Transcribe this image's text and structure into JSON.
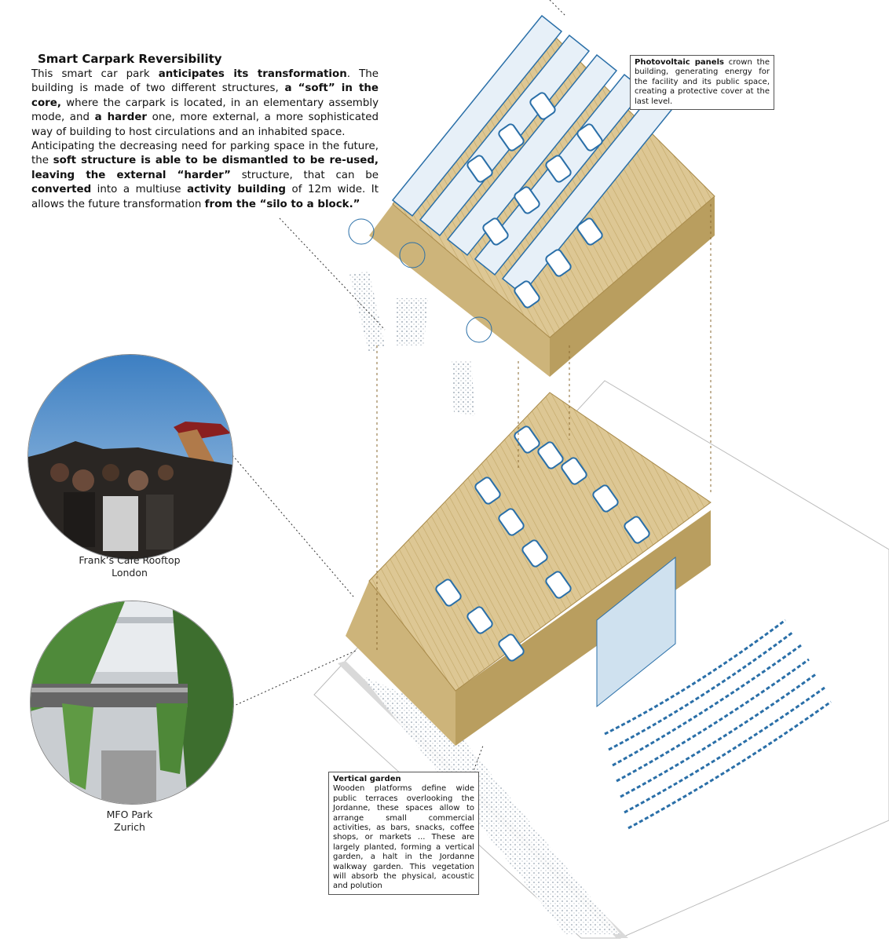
{
  "intro": {
    "title": "Smart Carpark Reversibility",
    "p1": [
      {
        "t": "This smart car park ",
        "b": false
      },
      {
        "t": "anticipates its transformation",
        "b": true
      },
      {
        "t": ". The building is made of two different structures, ",
        "b": false
      },
      {
        "t": "a “soft” in the core,",
        "b": true
      },
      {
        "t": " where the carpark is located, in an elementary assembly mode, and ",
        "b": false
      },
      {
        "t": "a harder",
        "b": true
      },
      {
        "t": " one, more external, a more sophisticated way of building to host circulations and an inhabited space.",
        "b": false
      }
    ],
    "p2": [
      {
        "t": "Anticipating the decreasing need for parking space in the future, the ",
        "b": false
      },
      {
        "t": "soft structure is able to be dismantled to be re-used, leaving the external “harder”",
        "b": true
      },
      {
        "t": " structure, that can be ",
        "b": false
      },
      {
        "t": "converted",
        "b": true
      },
      {
        "t": " into a multiuse ",
        "b": false
      },
      {
        "t": "activity building",
        "b": true
      },
      {
        "t": " of 12m wide. It allows the future transformation ",
        "b": false
      },
      {
        "t": "from the “silo to a block.”",
        "b": true
      }
    ]
  },
  "pv_callout": {
    "bold": "Photovoltaic panels",
    "text": " crown the building, generating energy for the facility and its public space, creating a protective cover at the last level."
  },
  "vg_callout": {
    "title": "Vertical garden",
    "text": "Wooden platforms define wide public terraces overlooking the Jordanne, these spaces allow to arrange small commercial activities, as bars, snacks, coffee shops, or markets ... These are largely planted, forming a vertical garden, a halt in the Jordanne walkway garden. This vegetation will absorb the physical, acoustic and polution"
  },
  "references": [
    {
      "line1": "Frank’s Cafe Rooftop",
      "line2": "London"
    },
    {
      "line1": "MFO Park",
      "line2": "Zurich"
    }
  ],
  "colors": {
    "wood": "#d8c089",
    "wood_dark": "#a88a4a",
    "blue": "#2a6fa8",
    "grey": "#e6e6e6"
  }
}
